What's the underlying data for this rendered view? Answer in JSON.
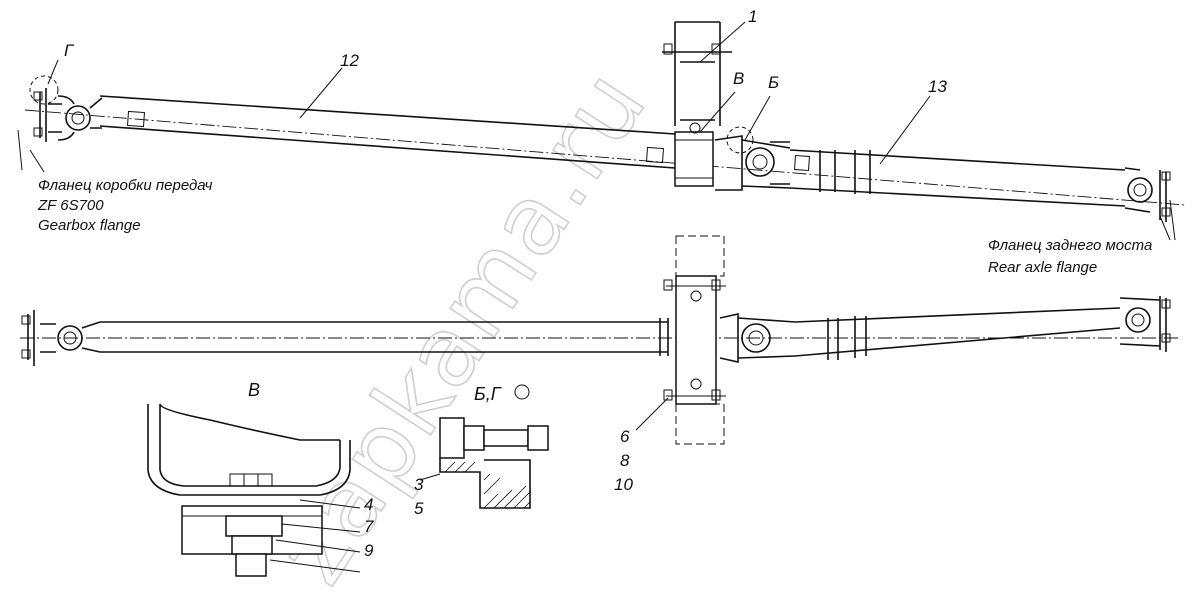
{
  "watermark": "zapkama.ru",
  "callouts": {
    "n1": "1",
    "n12": "12",
    "n13": "13",
    "v_top": "В",
    "b_top": "Б",
    "g_top": "Г",
    "n6": "6",
    "n8": "8",
    "n10": "10",
    "v_detail": "В",
    "bg_detail": "Б,Г",
    "n3": "3",
    "n5": "5",
    "n4": "4",
    "n7": "7",
    "n9": "9"
  },
  "captions": {
    "gearbox_ru": "Фланец коробки передач",
    "gearbox_model": "ZF 6S700",
    "gearbox_en": "Gearbox flange",
    "rear_axle_ru": "Фланец заднего моста",
    "rear_axle_en": "Rear axle flange"
  }
}
